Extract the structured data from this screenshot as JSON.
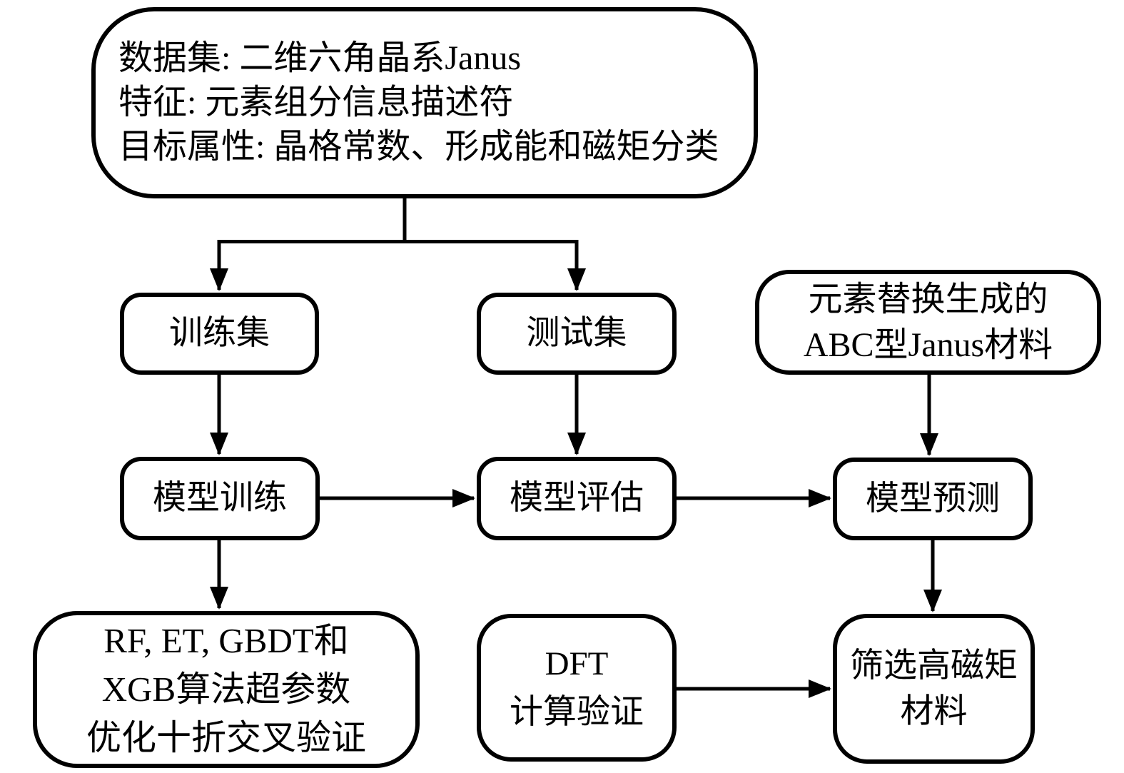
{
  "diagram": {
    "colors": {
      "stroke": "#000000",
      "background": "#ffffff"
    },
    "nodes": {
      "dataset": {
        "line1": "数据集: 二维六角晶系Janus",
        "line2": "特征: 元素组分信息描述符",
        "line3": "目标属性: 晶格常数、形成能和磁矩分类"
      },
      "training_set": {
        "label": "训练集"
      },
      "test_set": {
        "label": "测试集"
      },
      "generated_materials": {
        "line1": "元素替换生成的",
        "line2": "ABC型Janus材料"
      },
      "model_training": {
        "label": "模型训练"
      },
      "model_evaluation": {
        "label": "模型评估"
      },
      "model_prediction": {
        "label": "模型预测"
      },
      "hyperparameter_optimization": {
        "line1": "RF, ET, GBDT和",
        "line2": "XGB算法超参数",
        "line3": "优化十折交叉验证"
      },
      "dft_validation": {
        "line1": "DFT",
        "line2": "计算验证"
      },
      "screening": {
        "line1": "筛选高磁矩",
        "line2": "材料"
      }
    }
  }
}
